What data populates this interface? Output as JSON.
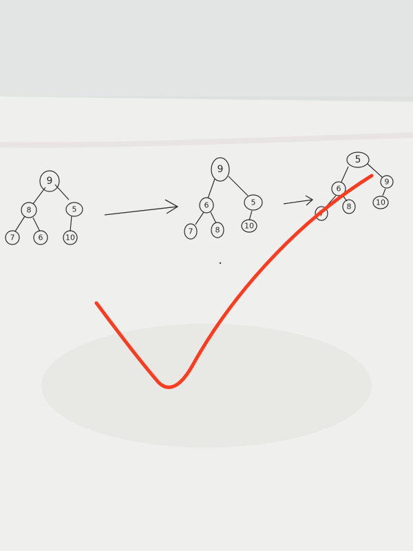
{
  "trees": [
    {
      "id": "tree-1",
      "nodes": [
        {
          "id": "t1-root",
          "label": "9"
        },
        {
          "id": "t1-l",
          "label": "8"
        },
        {
          "id": "t1-r",
          "label": "5"
        },
        {
          "id": "t1-ll",
          "label": "7"
        },
        {
          "id": "t1-lr",
          "label": "6"
        },
        {
          "id": "t1-rl",
          "label": "10"
        }
      ]
    },
    {
      "id": "tree-2",
      "nodes": [
        {
          "id": "t2-root",
          "label": "9"
        },
        {
          "id": "t2-l",
          "label": "6"
        },
        {
          "id": "t2-r",
          "label": "5"
        },
        {
          "id": "t2-ll",
          "label": "7"
        },
        {
          "id": "t2-lr",
          "label": "8"
        },
        {
          "id": "t2-rl",
          "label": "10"
        }
      ]
    },
    {
      "id": "tree-3",
      "nodes": [
        {
          "id": "t3-root",
          "label": "5"
        },
        {
          "id": "t3-l",
          "label": "6"
        },
        {
          "id": "t3-r",
          "label": "9"
        },
        {
          "id": "t3-ll",
          "label": "7"
        },
        {
          "id": "t3-lr",
          "label": "8"
        },
        {
          "id": "t3-rl",
          "label": "10"
        }
      ]
    }
  ],
  "colors": {
    "paper": "#f2f2f0",
    "ink": "#2a2a2a",
    "checkmark": "#ff3b1f"
  }
}
